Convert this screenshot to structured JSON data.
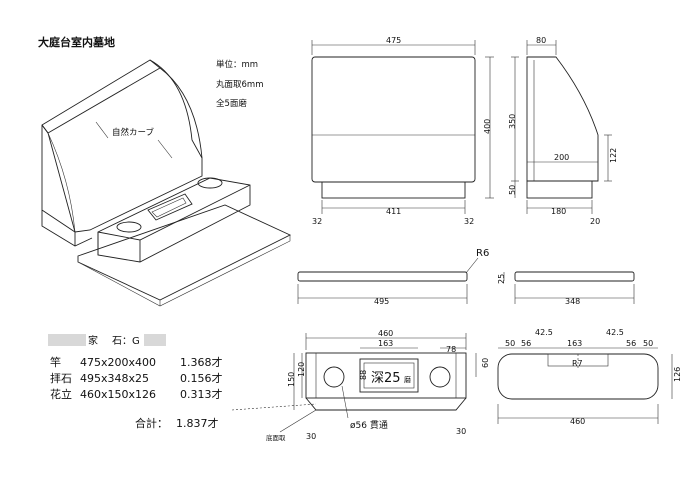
{
  "title": "大庭台室内墓地",
  "notes": {
    "unit": "単位：mm",
    "chamfer": "丸面取6mm",
    "polish": "全5面磨"
  },
  "iso": {
    "curve_label": "自然カーブ"
  },
  "front_view": {
    "top_width": "475",
    "height": "400",
    "base_width": "411",
    "left_offset": "32",
    "right_offset": "32"
  },
  "side_view": {
    "top": "80",
    "height": "350",
    "step": "122",
    "depth_mid": "200",
    "base_h": "50",
    "base_depth": "180",
    "offset": "20"
  },
  "slab": {
    "radius": "R6",
    "length": "495",
    "thick": "25",
    "depth": "348"
  },
  "flower_plan": {
    "width": "460",
    "inner": "163",
    "step": "78",
    "h_total": "150",
    "h_inner": "120",
    "h_right": "60",
    "box_h": "88",
    "box_text": "深25",
    "box_text2": "磨",
    "left_offset": "30",
    "right_offset": "30",
    "hole": "ø56 貫通",
    "bottom_note": "底面取"
  },
  "flower_side": {
    "d1": "50",
    "d2": "56",
    "d3": "42.5",
    "center": "163",
    "d4": "42.5",
    "d5": "56",
    "d6": "50",
    "length": "460",
    "height": "126",
    "center_mark": "R7"
  },
  "stone": {
    "label_family": "家",
    "label_stone": "石：G"
  },
  "items": [
    {
      "name": "竿",
      "size": "475x200x400",
      "vol": "1.368才"
    },
    {
      "name": "拝石",
      "size": "495x348x25",
      "vol": "0.156才"
    },
    {
      "name": "花立",
      "size": "460x150x126",
      "vol": "0.313才"
    }
  ],
  "total": {
    "label": "合計：",
    "value": "1.837才"
  }
}
